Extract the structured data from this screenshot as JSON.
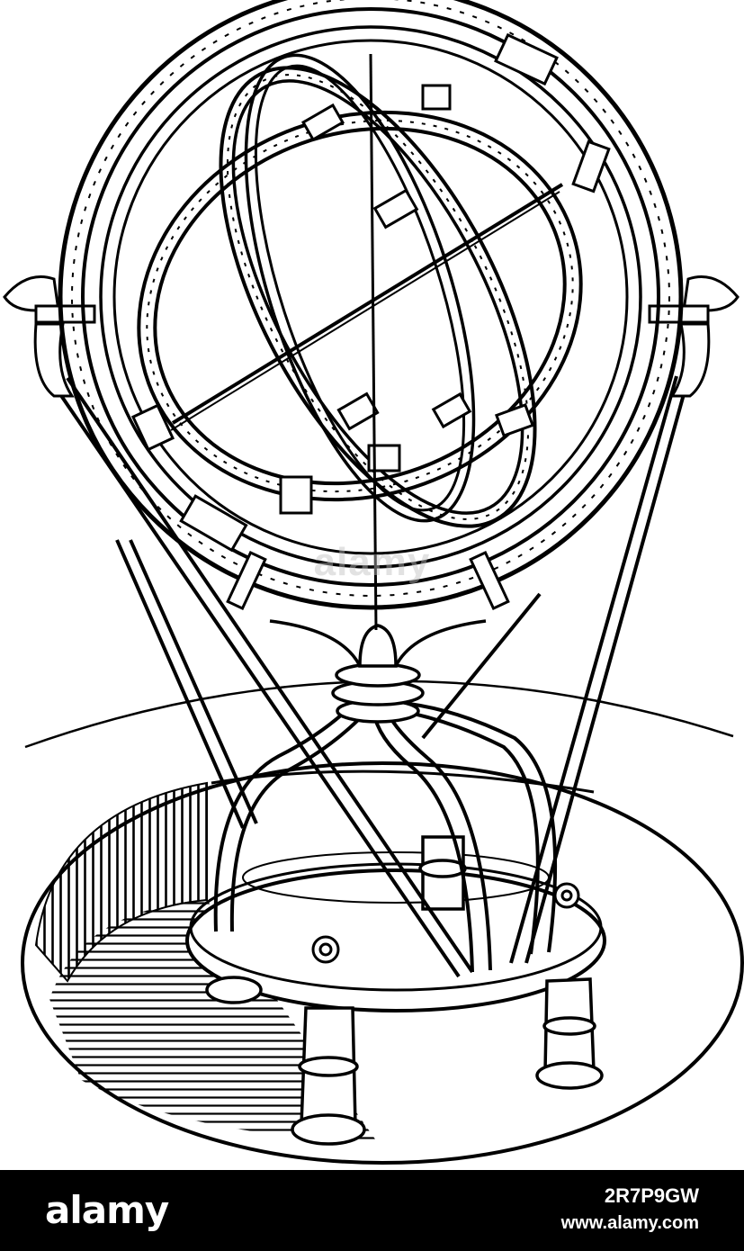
{
  "watermark": {
    "text": "alamy"
  },
  "footer": {
    "logo_text": "alamy",
    "image_id": "2R7P9GW",
    "site": "www.alamy.com"
  },
  "illustration": {
    "subject": "armillary-sphere-engraving",
    "ink_color": "#000000",
    "paper_color": "#ffffff"
  }
}
